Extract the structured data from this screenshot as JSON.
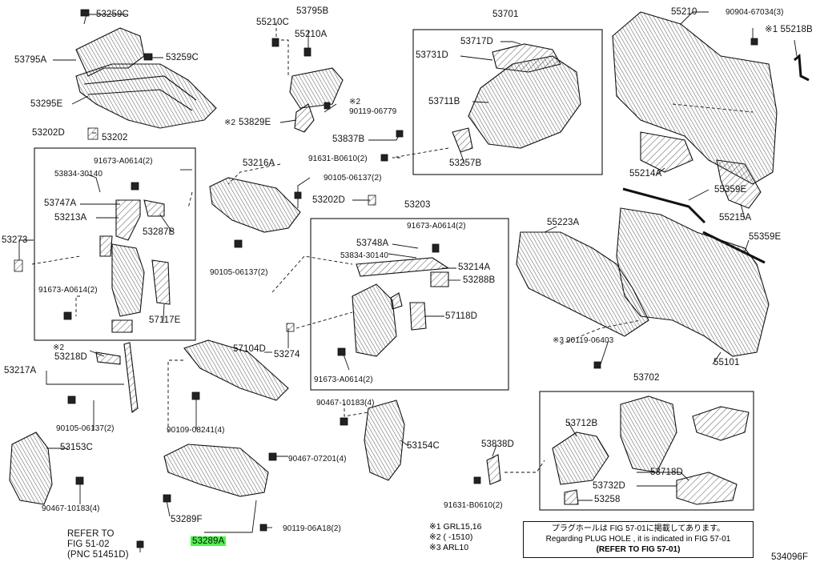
{
  "diagram_id": "534096F",
  "highlight_color": "#4ff24f",
  "callouts": {
    "p53259C_a": "53259C",
    "p53795A": "53795A",
    "p53259C_b": "53259C",
    "p53295E": "53295E",
    "p53202D_a": "53202D",
    "p53202": "53202",
    "p91673_a": "91673-A0614(2)",
    "p53834_a": "53834-30140",
    "p53747A": "53747A",
    "p53213A": "53213A",
    "p53287B": "53287B",
    "p53273": "53273",
    "p91673_b": "91673-A0614(2)",
    "p57117E": "57117E",
    "p55210C": "55210C",
    "p53795B": "53795B",
    "p55210A": "55210A",
    "p90119_06779": "90119-06779",
    "p53829E": "53829E",
    "p53216A": "53216A",
    "p90105_a": "90105-06137(2)",
    "p90105_b": "90105-06137(2)",
    "p53701": "53701",
    "p53717D": "53717D",
    "p53731D": "53731D",
    "p53711B": "53711B",
    "p53837B": "53837B",
    "p91631_a": "91631-B0610(2)",
    "p53257B": "53257B",
    "p53202D_b": "53202D",
    "p53203": "53203",
    "p91673_c": "91673-A0614(2)",
    "p53748A": "53748A",
    "p53834_b": "53834-30140",
    "p53214A": "53214A",
    "p53288B": "53288B",
    "p57118D": "57118D",
    "p53274": "53274",
    "p91673_d": "91673-A0614(2)",
    "p55210": "55210",
    "p90904": "90904-67034(3)",
    "p55218B": "※1 55218B",
    "p55214A": "55214A",
    "p55359E_a": "55359E",
    "p55215A": "55215A",
    "p55223A": "55223A",
    "p55359E_b": "55359E",
    "p90119_06403": "※3 90119-06403",
    "p55101": "55101",
    "p53218D_note": "※2",
    "p53218D": "53218D",
    "p53217A": "53217A",
    "p90105_c": "90105-06137(2)",
    "p57104D": "57104D",
    "p90109": "90109-08241(4)",
    "p53153C": "53153C",
    "p90467_a": "90467-10183(4)",
    "p90467_b": "90467-10183(4)",
    "p53154C": "53154C",
    "p90467_07201": "90467-07201(4)",
    "p53289F": "53289F",
    "p90119_06A18": "90119-06A18(2)",
    "p53289A": "53289A",
    "p53838D": "53838D",
    "p91631_b": "91631-B0610(2)",
    "p53702": "53702",
    "p53712B": "53712B",
    "p53718D": "53718D",
    "p53732D": "53732D",
    "p53258": "53258",
    "p53829E_note": "※2",
    "p90119_06779_note": "※2",
    "refer_1": "REFER TO",
    "refer_2": "FIG 51-02",
    "refer_3": "(PNC 51451D)"
  },
  "legend": {
    "l1": "※1 GRL15,16",
    "l2": "※2 (      -1510)",
    "l3": "※3 ARL10"
  },
  "note": {
    "line1": "プラグホールは FIG 57-01に掲載してあります。",
    "line2": "Regarding  PLUG  HOLE , it is indicated in  FIG  57-01",
    "line3": "(REFER TO FIG 57-01)"
  }
}
